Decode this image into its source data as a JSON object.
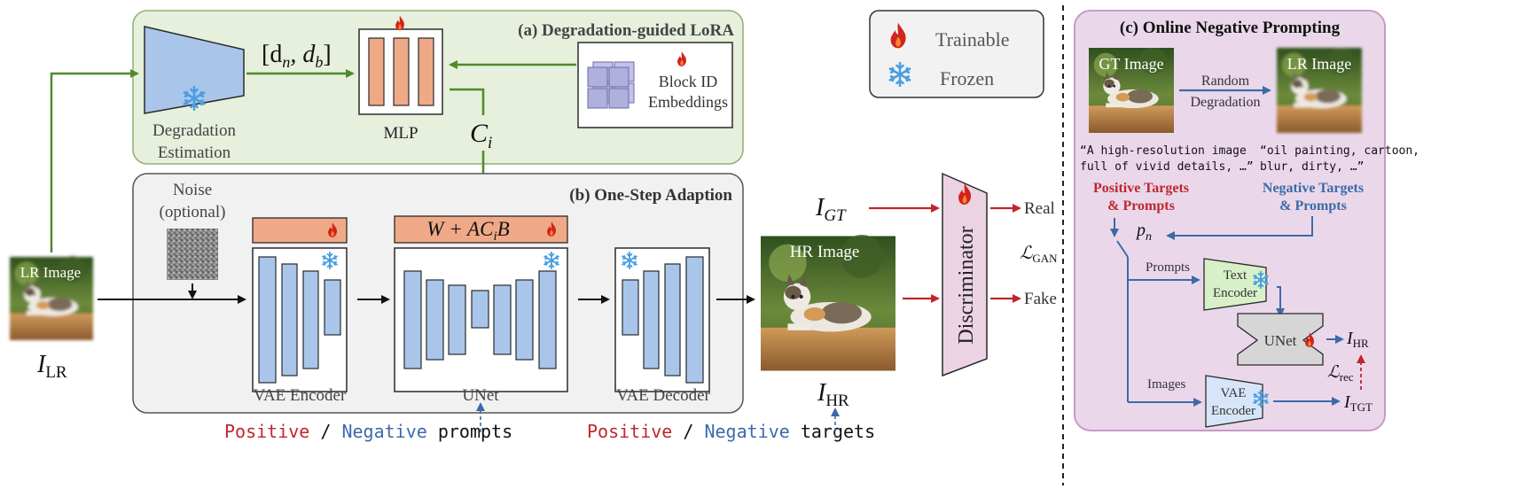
{
  "colors": {
    "green_arrow": "#4f8a2b",
    "red_arrow": "#c0262d",
    "blue_arrow": "#3c6aa8",
    "orange_block": "#f0a987",
    "blue_block": "#a9c6ea",
    "lora_bg": "#e6f0dc",
    "adapt_bg": "#f1f1f1",
    "onp_bg": "#ead8ea",
    "onp_border": "#c79ac6",
    "positive": "#c0262d",
    "negative": "#3c6aa8"
  },
  "legend": {
    "trainable": "Trainable",
    "frozen": "Frozen"
  },
  "lora": {
    "title": "(a) Degradation-guided LoRA",
    "deg_est_line1": "Degradation",
    "deg_est_line2": "Estimation",
    "dn_db": "[d",
    "dn_db_sub_n": "n",
    "dn_db_mid": ", d",
    "dn_db_sub_b": "b",
    "dn_db_end": "]",
    "mlp": "MLP",
    "block_id_line1": "Block ID",
    "block_id_line2": "Embeddings",
    "ci": "C",
    "ci_sub": "i"
  },
  "adapt": {
    "title": "(b) One-Step Adaption",
    "noise_line1": "Noise",
    "noise_line2": "(optional)",
    "vae_encoder": "VAE Encoder",
    "unet": "UNet",
    "vae_decoder": "VAE Decoder",
    "lora_formula_1": "W + AC",
    "lora_formula_sub": "i",
    "lora_formula_2": "B"
  },
  "left": {
    "lr_image": "LR Image",
    "ilr": "I",
    "ilr_sub": "LR"
  },
  "right": {
    "hr_image": "HR Image",
    "ihr": "I",
    "ihr_sub": "HR",
    "igt": "I",
    "igt_sub": "GT",
    "discriminator": "Discriminator",
    "real": "Real",
    "fake": "Fake",
    "lgan": "ℒ",
    "lgan_sub": "GAN"
  },
  "bottom": {
    "positive": "Positive",
    "slash": " / ",
    "negative": "Negative",
    "prompts": " prompts",
    "targets": " targets"
  },
  "onp": {
    "title": "(c) Online Negative Prompting",
    "gt_image": "GT Image",
    "lr_image": "LR Image",
    "random": "Random",
    "degradation": "Degradation",
    "pos_quote_1": "“A high-resolution image",
    "pos_quote_2": "full of vivid details, …”",
    "neg_quote_1": "“oil painting, cartoon,",
    "neg_quote_2": "blur, dirty, …”",
    "pos_targets_1": "Positive Targets",
    "pos_targets_2": "& Prompts",
    "neg_targets_1": "Negative Targets",
    "neg_targets_2": "& Prompts",
    "pn": "p",
    "pn_sub": "n",
    "prompts": "Prompts",
    "images": "Images",
    "text_encoder_1": "Text",
    "text_encoder_2": "Encoder",
    "unet": "UNet",
    "vae_encoder_1": "VAE",
    "vae_encoder_2": "Encoder",
    "ihr": "I",
    "ihr_sub": "HR",
    "lrec": "ℒ",
    "lrec_sub": "rec",
    "itgt": "I",
    "itgt_sub": "TGT"
  }
}
